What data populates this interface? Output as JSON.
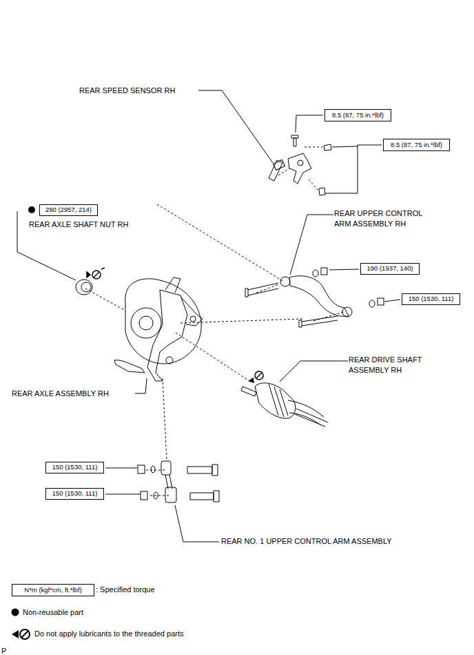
{
  "diagram": {
    "nodes": [
      {
        "text": [
          "8.5 (87, 75 in.*lbf)"
        ]
      },
      {
        "text": [
          "8.5 (87, 75 in.*lbf)"
        ]
      },
      {
        "text": [
          "290 (2957, 214)"
        ]
      },
      {
        "text": [
          "190 (1937, 140)"
        ]
      },
      {
        "text": [
          "150 (1530, 111)"
        ]
      },
      {
        "text": [
          "150 (1530, 111)"
        ]
      },
      {
        "text": [
          "150 (1530, 111)"
        ]
      },
      {
        "text": [
          "N*m (kgf*cm, ft.*lbf)"
        ]
      }
    ],
    "labels": [
      "REAR SPEED SENSOR RH",
      "REAR AXLE SHAFT NUT RH",
      "REAR UPPER CONTROL ARM ASSEMBLY RH",
      "REAR DRIVE SHAFT ASSEMBLY RH",
      "REAR AXLE ASSEMBLY RH",
      "REAR NO. 1 UPPER CONTROL ARM ASSEMBLY",
      "P"
    ],
    "legend": [
      {
        "text": ": Specified torque"
      },
      {
        "text": "Non-reusable part"
      },
      {
        "text": "Do not apply lubricants to the threaded parts"
      }
    ]
  }
}
